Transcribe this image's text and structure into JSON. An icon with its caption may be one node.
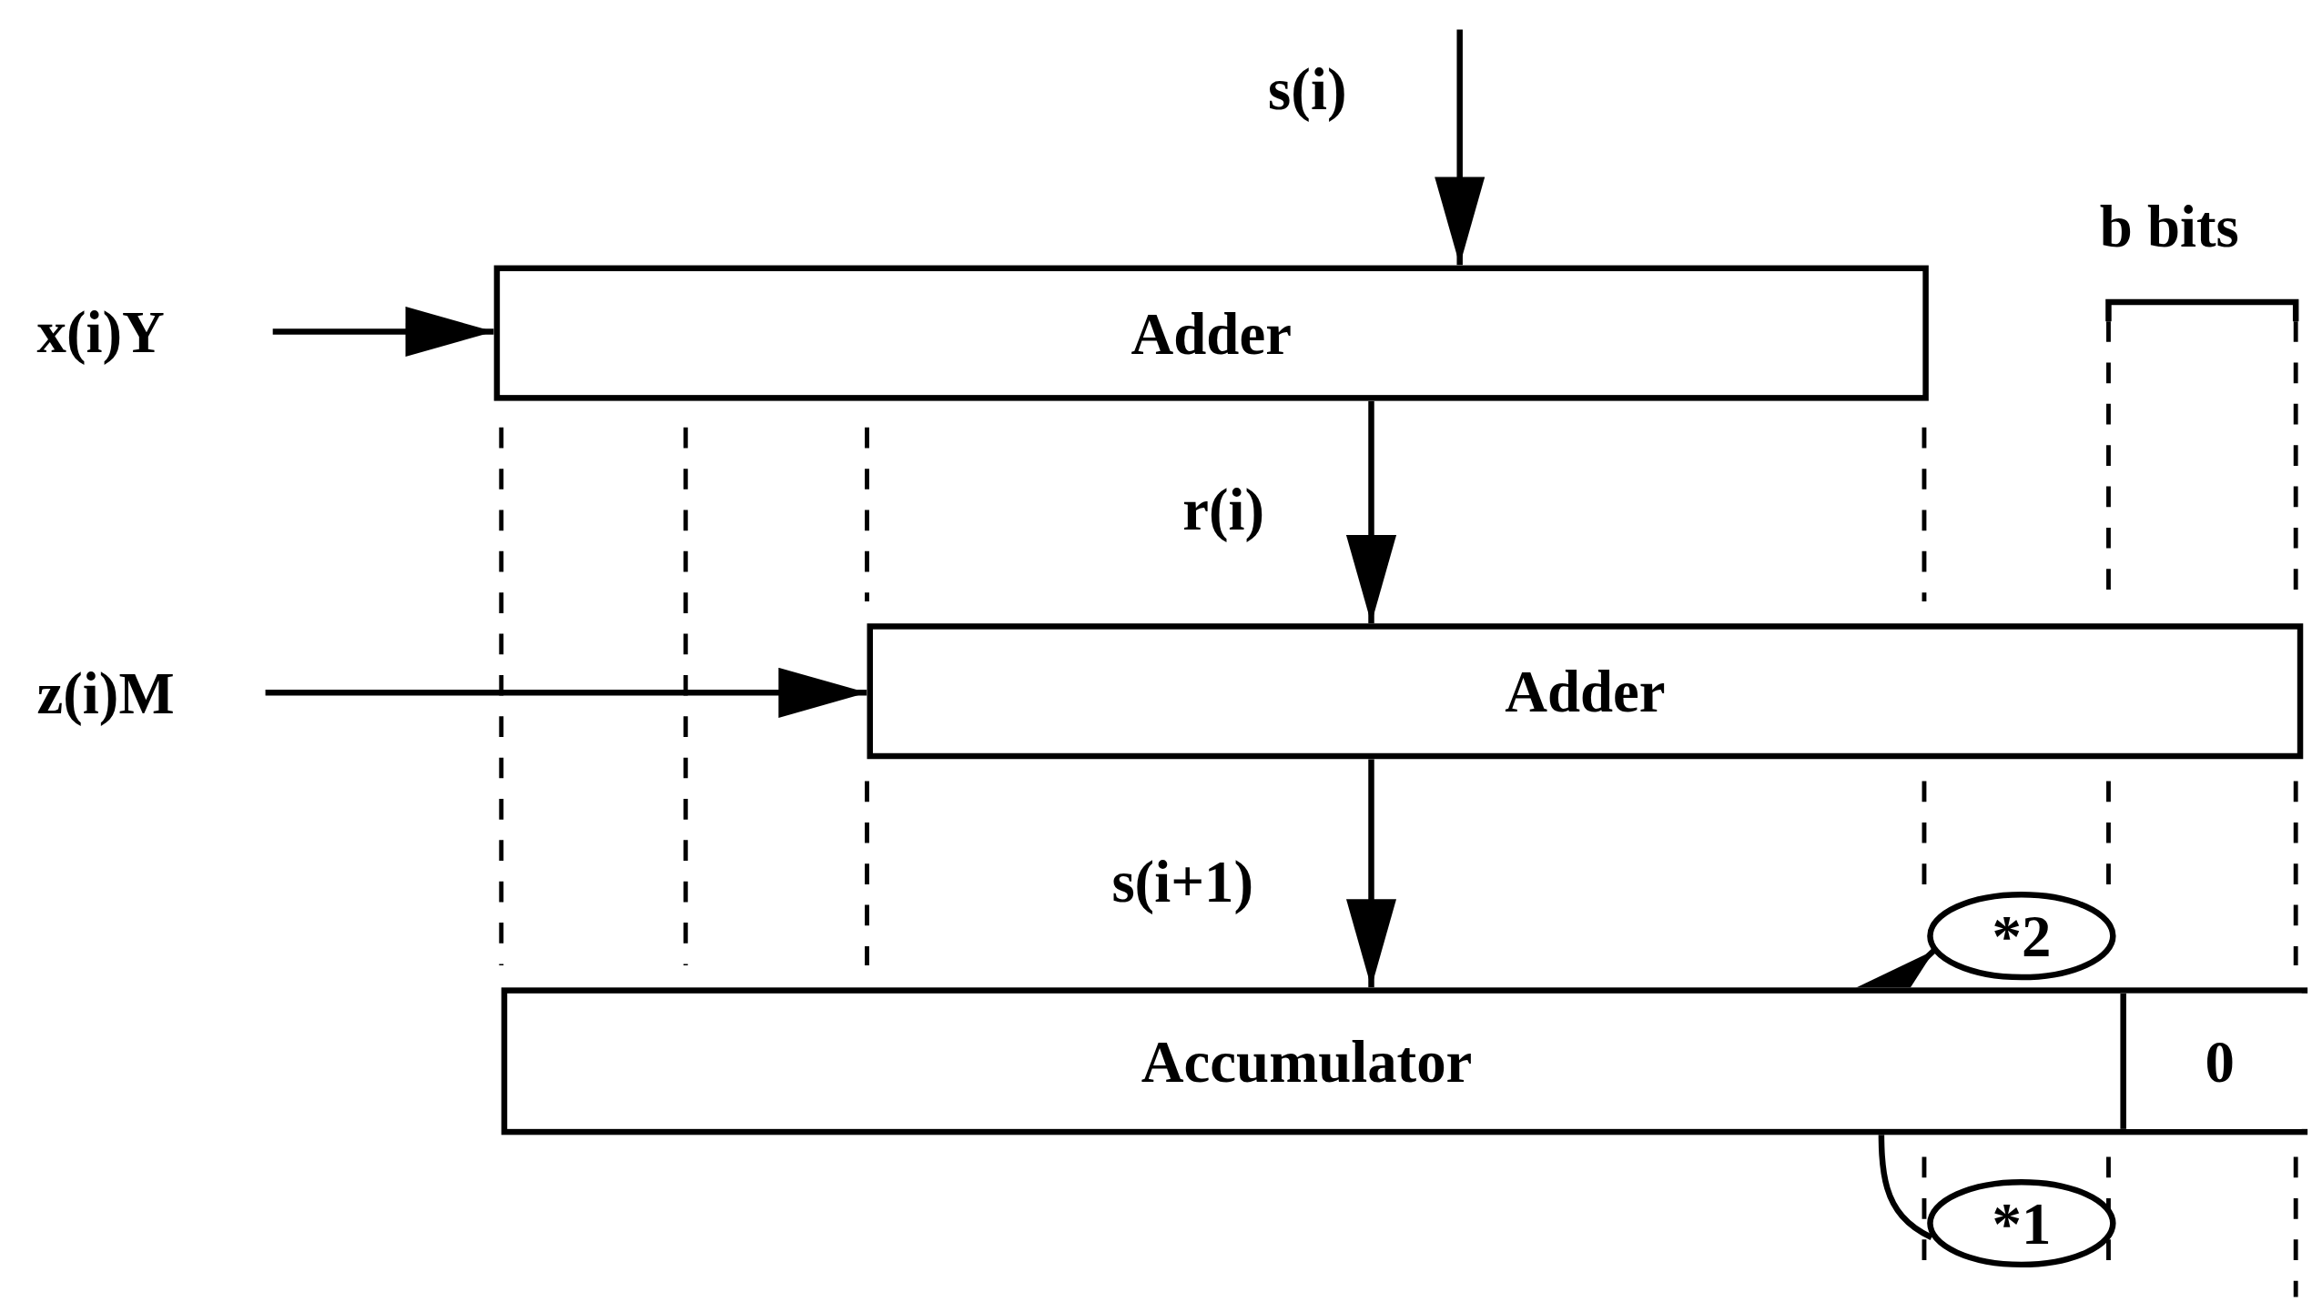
{
  "diagram": {
    "nodes": [
      {
        "text": [
          "s(i)"
        ]
      },
      {
        "text": [
          "x(i)Y"
        ]
      },
      {
        "text": [
          "Adder"
        ]
      },
      {
        "text": [
          "z(i)M"
        ]
      },
      {
        "text": [
          "Adder"
        ]
      },
      {
        "text": [
          "*2"
        ]
      },
      {
        "text": [
          "Accumulator"
        ]
      },
      {
        "text": [
          "0"
        ],
        "in": 6
      },
      {
        "text": [
          "*1"
        ]
      }
    ],
    "edges": [
      {
        "from": 0,
        "to": 2,
        "arrow": "to"
      },
      {
        "from": 1,
        "to": 2,
        "arrow": "to"
      },
      {
        "from": 2,
        "to": 4,
        "arrow": "to",
        "label": "r(i)"
      },
      {
        "from": 3,
        "to": 4,
        "arrow": "to"
      },
      {
        "from": 4,
        "to": 6,
        "arrow": "to",
        "label": "s(i+1)"
      },
      {
        "from": 8,
        "to": 5,
        "arrow": "to"
      }
    ],
    "labels": [
      "b bits"
    ]
  }
}
